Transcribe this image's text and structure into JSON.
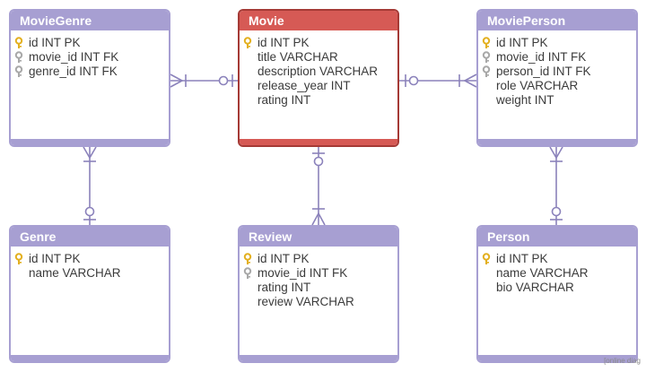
{
  "colors": {
    "entity_fill": "#a79fd2",
    "selected_fill": "#d65a55",
    "selected_border": "#a53a36",
    "line": "#8b82bb",
    "pk_key": "#e3b020",
    "fk_key": "#a8a8a8"
  },
  "entities": [
    {
      "id": "moviegenre",
      "name": "MovieGenre",
      "selected": false,
      "fields": [
        {
          "text": "id INT PK",
          "key": "pk"
        },
        {
          "text": "movie_id INT FK",
          "key": "fk"
        },
        {
          "text": "genre_id INT FK",
          "key": "fk"
        }
      ]
    },
    {
      "id": "movie",
      "name": "Movie",
      "selected": true,
      "fields": [
        {
          "text": "id INT PK",
          "key": "pk"
        },
        {
          "text": "title VARCHAR",
          "key": ""
        },
        {
          "text": "description VARCHAR",
          "key": ""
        },
        {
          "text": "release_year INT",
          "key": ""
        },
        {
          "text": "rating INT",
          "key": ""
        }
      ]
    },
    {
      "id": "movieperson",
      "name": "MoviePerson",
      "selected": false,
      "fields": [
        {
          "text": "id INT PK",
          "key": "pk"
        },
        {
          "text": "movie_id INT FK",
          "key": "fk"
        },
        {
          "text": "person_id INT FK",
          "key": "fk"
        },
        {
          "text": "role VARCHAR",
          "key": ""
        },
        {
          "text": "weight INT",
          "key": ""
        }
      ]
    },
    {
      "id": "genre",
      "name": "Genre",
      "selected": false,
      "fields": [
        {
          "text": "id INT PK",
          "key": "pk"
        },
        {
          "text": "name VARCHAR",
          "key": ""
        }
      ]
    },
    {
      "id": "review",
      "name": "Review",
      "selected": false,
      "fields": [
        {
          "text": "id INT PK",
          "key": "pk"
        },
        {
          "text": "movie_id INT FK",
          "key": "fk"
        },
        {
          "text": "rating INT",
          "key": ""
        },
        {
          "text": "review VARCHAR",
          "key": ""
        }
      ]
    },
    {
      "id": "person",
      "name": "Person",
      "selected": false,
      "fields": [
        {
          "text": "id INT PK",
          "key": "pk"
        },
        {
          "text": "name VARCHAR",
          "key": ""
        },
        {
          "text": "bio VARCHAR",
          "key": ""
        }
      ]
    }
  ],
  "relationships": [
    {
      "from": "moviegenre",
      "to": "movie",
      "from_end": "many",
      "to_end": "zero-or-one"
    },
    {
      "from": "movieperson",
      "to": "movie",
      "from_end": "many",
      "to_end": "zero-or-one"
    },
    {
      "from": "moviegenre",
      "to": "genre",
      "from_end": "many",
      "to_end": "zero-or-one"
    },
    {
      "from": "movieperson",
      "to": "person",
      "from_end": "many",
      "to_end": "zero-or-one"
    },
    {
      "from": "review",
      "to": "movie",
      "from_end": "many",
      "to_end": "zero-or-one"
    }
  ],
  "watermark": "[online diag"
}
